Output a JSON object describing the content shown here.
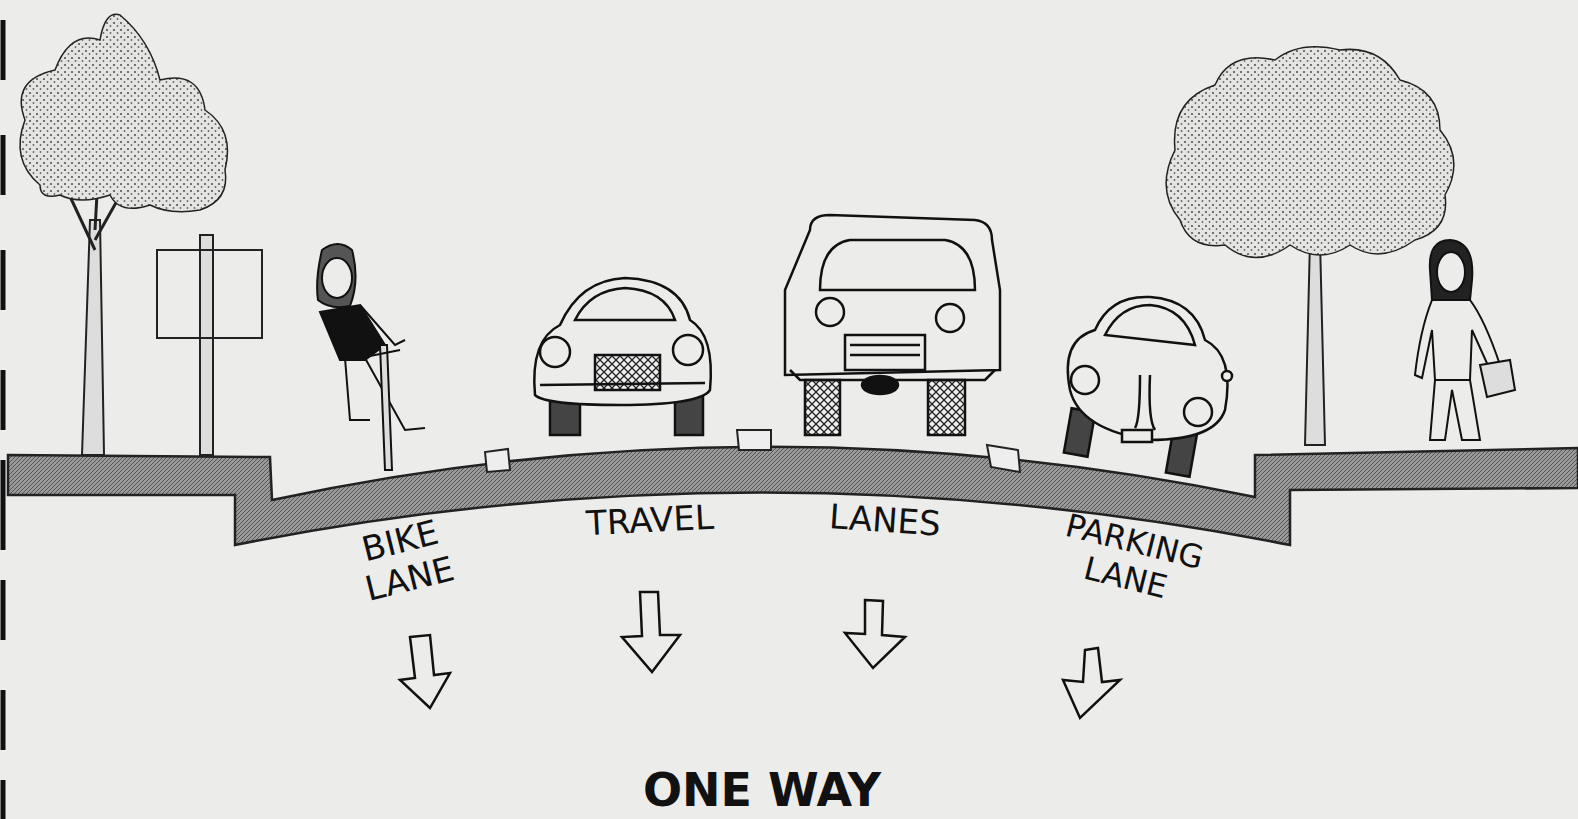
{
  "diagram": {
    "labels": [
      "BIKE LANE",
      "TRAVEL",
      "LANES",
      "PARKING LANE",
      "ONE WAY"
    ]
  }
}
